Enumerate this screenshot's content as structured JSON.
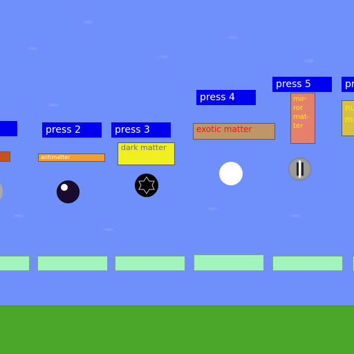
{
  "controls": [
    {
      "key": "1",
      "label": ""
    },
    {
      "key": "2",
      "label": "press 2"
    },
    {
      "key": "3",
      "label": "press 3"
    },
    {
      "key": "4",
      "label": "press 4"
    },
    {
      "key": "5",
      "label": "press 5"
    },
    {
      "key": "6",
      "label": "pr"
    }
  ],
  "matter_labels": {
    "antimatter": "antimatter",
    "dark_matter": "dark matter",
    "exotic_matter": "exotic matter",
    "mirror_matter_lines": [
      "mir-",
      "ror",
      "mat-",
      "ter"
    ],
    "next_matter_lines": [
      "nu",
      "m"
    ]
  },
  "colors": {
    "sky": "#6f8ffb",
    "ground": "#4aa72a",
    "press_button": "#0000f0",
    "platform": "#a0f4bc",
    "antimatter_label": "#f0a030",
    "dark_matter_label": "#f0f020",
    "exotic_matter_label": "#c09668",
    "mirror_matter_label": "#e4806c",
    "next_matter_label": "#d8c040"
  },
  "balls": [
    {
      "type": "plain-ball"
    },
    {
      "type": "antimatter-ball"
    },
    {
      "type": "dark-matter-ball"
    },
    {
      "type": "exotic-matter-ball"
    },
    {
      "type": "mirror-matter-ball"
    }
  ]
}
